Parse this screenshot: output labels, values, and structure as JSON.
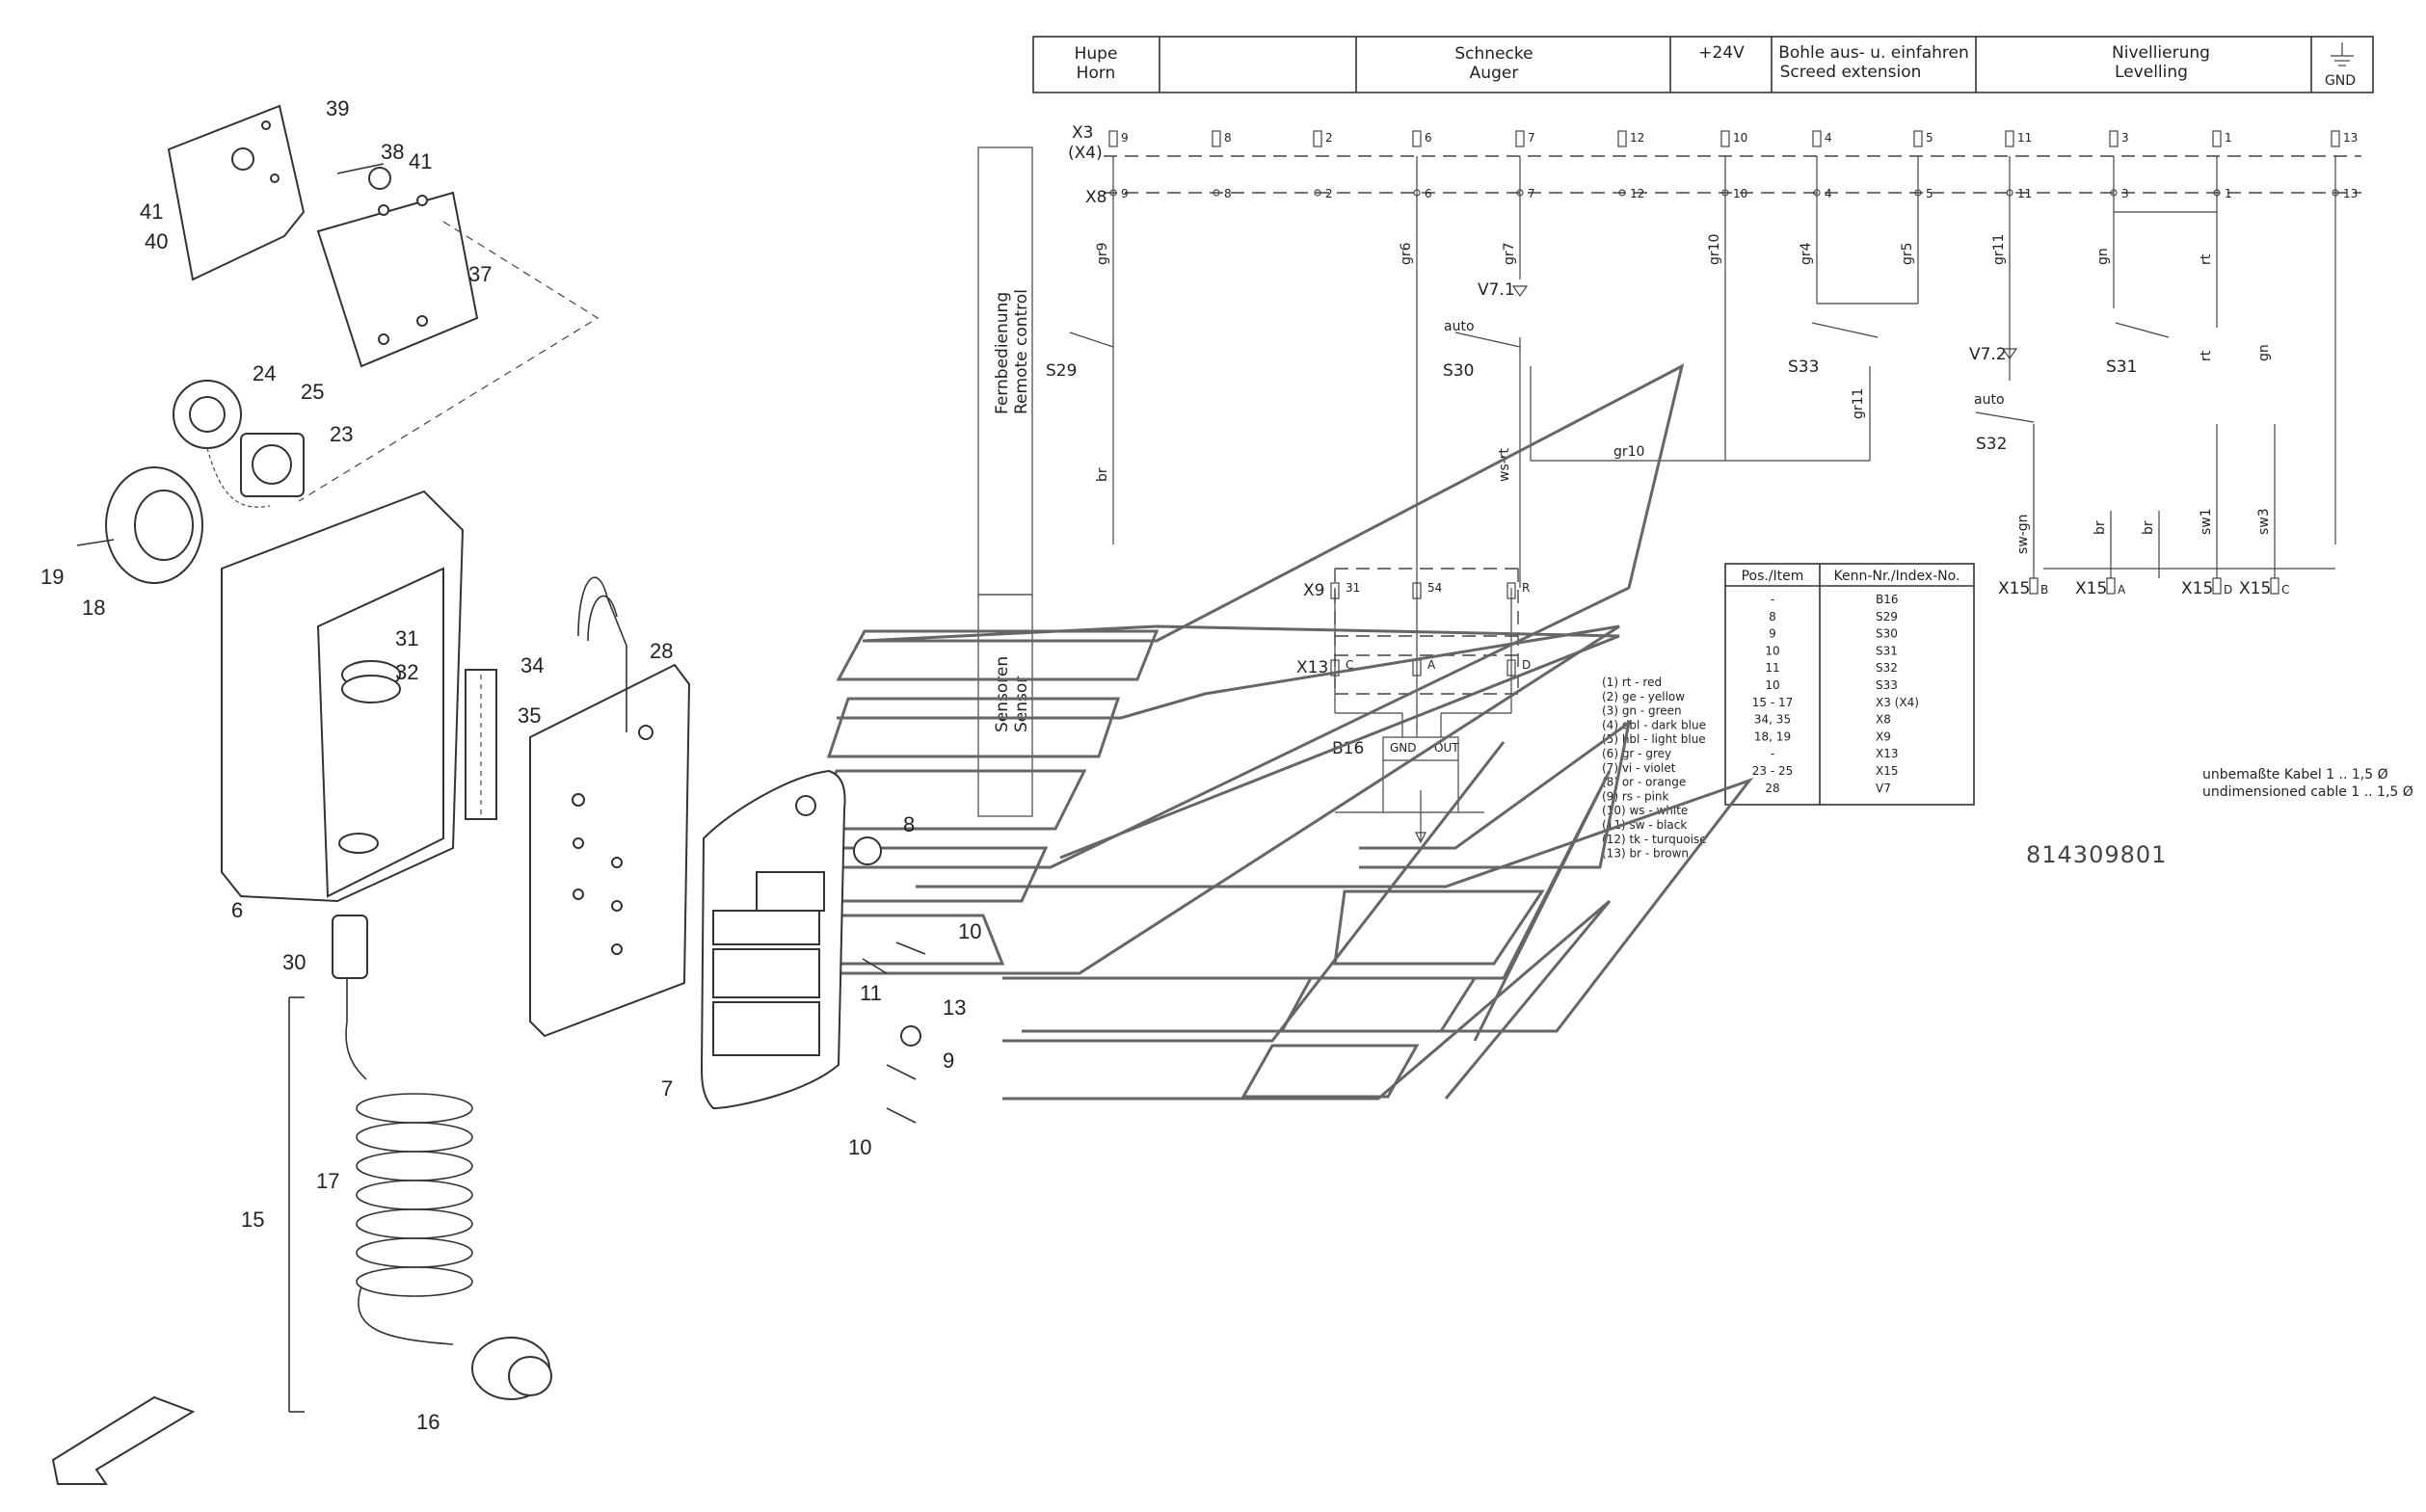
{
  "header": {
    "cells": [
      {
        "l1": "Hupe",
        "l2": "Horn"
      },
      {
        "l1": "",
        "l2": ""
      },
      {
        "l1": "Schnecke",
        "l2": "Auger"
      },
      {
        "l1": "+24V",
        "l2": ""
      },
      {
        "l1": "Bohle aus- u. einfahren",
        "l2": "Screed extension"
      },
      {
        "l1": "Nivellierung",
        "l2": "Levelling"
      },
      {
        "l1": "",
        "l2": "GND"
      }
    ]
  },
  "connectors": {
    "x3": "X3",
    "x3b": "(X4)",
    "x8": "X8",
    "x9": "X9",
    "x13": "X13",
    "x15": "X15",
    "b16": "B16",
    "gnd_pin": "GND",
    "out_pin": "OUT",
    "x3_pins": [
      "9",
      "8",
      "2",
      "6",
      "7",
      "12",
      "10",
      "4",
      "5",
      "11",
      "3",
      "1",
      "13"
    ],
    "x9_pins": [
      "31",
      "54",
      "R"
    ],
    "x13_pins": [
      "C",
      "A",
      "D"
    ],
    "x15_pins": [
      "B",
      "A",
      "D",
      "C"
    ]
  },
  "switches": {
    "s29": "S29",
    "s30": "S30",
    "s33": "S33",
    "s32": "S32",
    "s31": "S31",
    "v71": "V7.1",
    "v72": "V7.2",
    "auto": "auto"
  },
  "wires": [
    "gr9",
    "gr6",
    "gr7",
    "gr10",
    "gr4",
    "gr5",
    "gr11",
    "gn",
    "rt",
    "br",
    "ws-rt",
    "gr10",
    "gr11",
    "sw-gn",
    "br",
    "br",
    "sw1",
    "sw3",
    "rt",
    "gn"
  ],
  "side_labels": {
    "remote_de": "Fernbedienung",
    "remote_en": "Remote control",
    "sensor_de": "Sensoren",
    "sensor_en": "Sensor"
  },
  "color_legend": [
    "(1)  rt - red",
    "(2)  ge - yellow",
    "(3)  gn - green",
    "(4)  dbl - dark blue",
    "(5)  hbl - light blue",
    "(6)  gr - grey",
    "(7)  vi - violet",
    "(8)  or - orange",
    "(9)  rs - pink",
    "(10) ws - white",
    "(11) sw - black",
    "(12) tk - turquoise",
    "(13) br - brown"
  ],
  "parts_table": {
    "headers": [
      "Pos./Item",
      "Kenn-Nr./Index-No."
    ],
    "rows": [
      [
        "-",
        "B16"
      ],
      [
        "8",
        "S29"
      ],
      [
        "9",
        "S30"
      ],
      [
        "10",
        "S31"
      ],
      [
        "11",
        "S32"
      ],
      [
        "10",
        "S33"
      ],
      [
        "15 - 17",
        "X3 (X4)"
      ],
      [
        "34, 35",
        "X8"
      ],
      [
        "18, 19",
        "X9"
      ],
      [
        "-",
        "X13"
      ],
      [
        "23 - 25",
        "X15"
      ],
      [
        "28",
        "V7"
      ]
    ]
  },
  "cable_note": {
    "de": "unbemaßte Kabel 1 .. 1,5 Ø",
    "en": "undimensioned cable 1 .. 1,5 Ø"
  },
  "document_number": "814309801",
  "callouts": [
    "39",
    "38",
    "41",
    "41",
    "40",
    "37",
    "24",
    "25",
    "23",
    "19",
    "18",
    "31",
    "32",
    "34",
    "35",
    "28",
    "6",
    "8",
    "10",
    "11",
    "13",
    "9",
    "10",
    "7",
    "30",
    "15",
    "17",
    "16"
  ]
}
